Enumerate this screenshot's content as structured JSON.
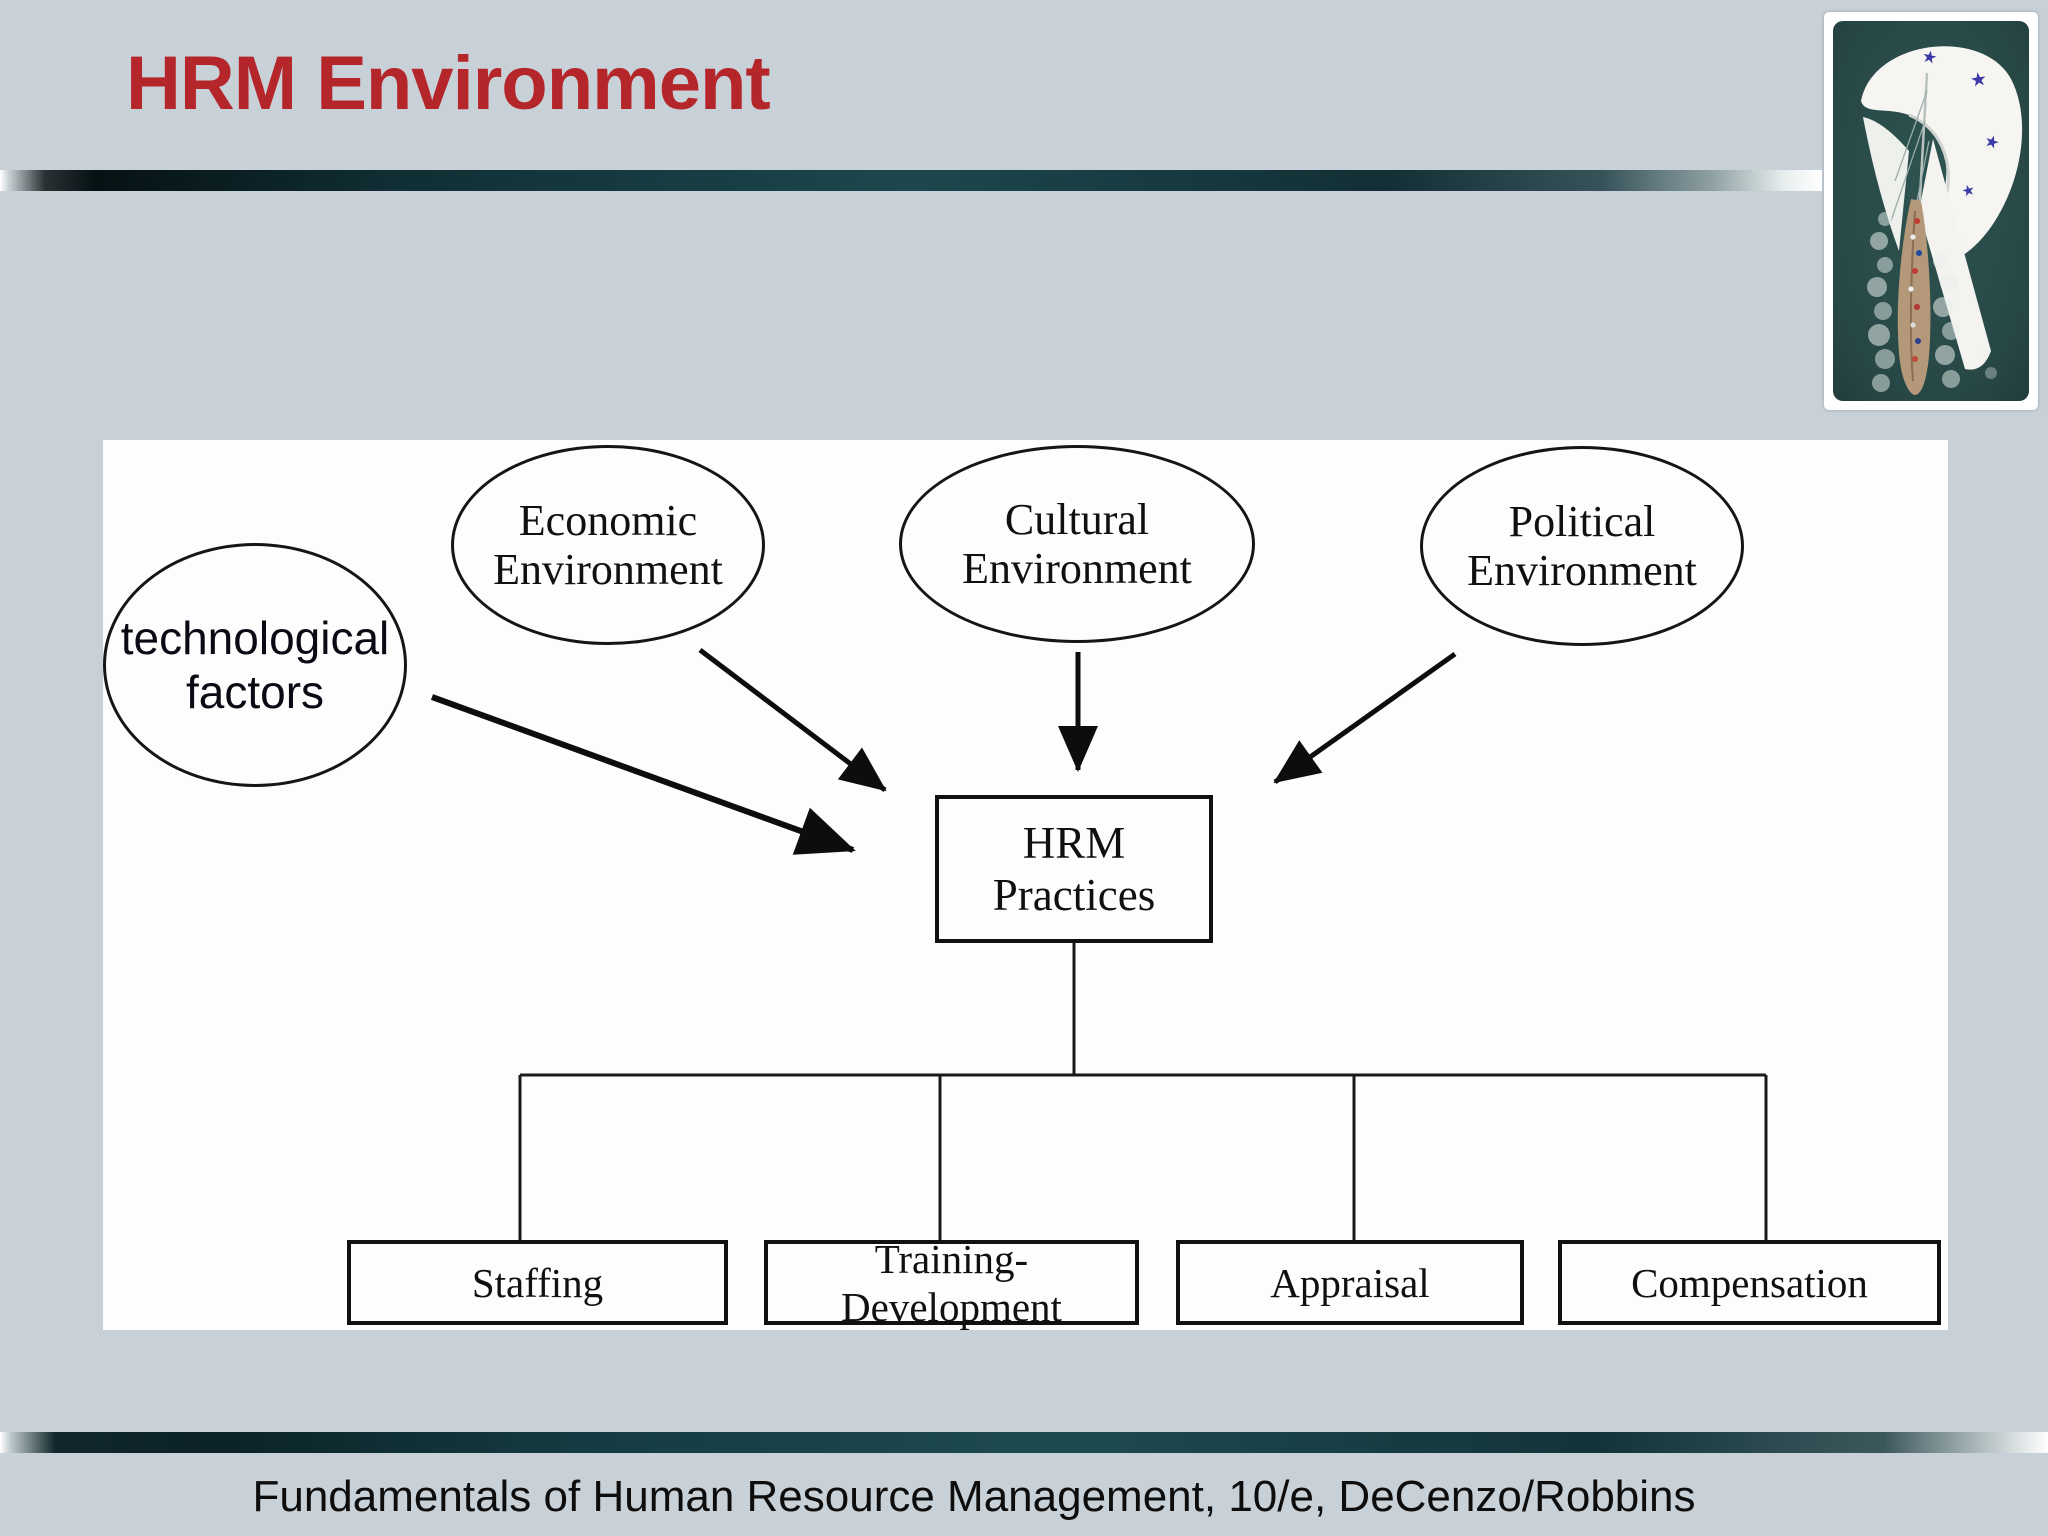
{
  "slide": {
    "title": "HRM Environment",
    "footer": "Fundamentals of Human Resource Management, 10/e, DeCenzo/Robbins"
  },
  "colors": {
    "background": "#c8d1d8",
    "title_red": "#b5262a",
    "bar_teal": "#1d4a51",
    "panel_white": "#fcfdfd",
    "line_black": "#111111",
    "sea_teal": "#2a4c4a"
  },
  "diagram": {
    "ellipses": [
      {
        "id": "technological-factors",
        "line1": "technological",
        "line2": "factors"
      },
      {
        "id": "economic-environment",
        "line1": "Economic",
        "line2": "Environment"
      },
      {
        "id": "cultural-environment",
        "line1": "Cultural",
        "line2": "Environment"
      },
      {
        "id": "political-environment",
        "line1": "Political",
        "line2": "Environment"
      }
    ],
    "center_box": {
      "label": "HRM Practices"
    },
    "bottom_boxes": [
      {
        "label": "Staffing"
      },
      {
        "label": "Training-Development"
      },
      {
        "label": "Appraisal"
      },
      {
        "label": "Compensation"
      }
    ]
  }
}
